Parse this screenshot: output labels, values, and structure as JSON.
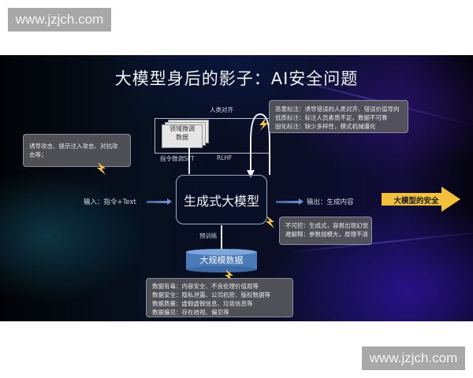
{
  "watermarks": {
    "top": "www.jzjch.com",
    "bottom": "www.jzjch.com"
  },
  "slide": {
    "title": "大模型身后的影子：AI安全问题",
    "alignment": {
      "label": "人类对齐",
      "domain_data_label": "领域微调\n数据",
      "domain_data_lines": [
        "领域微调",
        "数据"
      ],
      "sft_label": "指令微调SFT",
      "rlhf_label": "RLHF"
    },
    "callouts": {
      "alignment_risks": [
        "恶意标注：诱导错误的人类对齐、错误价值导向",
        "低质标注：标注人员素质不足，数据不可靠",
        "固化标注：缺少多样性，模式机械僵化"
      ],
      "input_attacks": [
        "诱导攻击、提示注入攻击、对抗攻",
        "击等；"
      ],
      "output_risks": [
        "不可控：生成式，容易出现幻觉",
        "难解释：参数规模大，原理不清"
      ],
      "data_risks": [
        "数据有毒：内容安全、不良伦理价值观等",
        "数据安全：隐私泄露、公司机密、版权数据等",
        "数据质量：虚假虚假信息、垃圾信息等",
        "数据偏见：存在歧视、偏见等"
      ]
    },
    "model_label": "生成式大模型",
    "input_label": "输入：指令+Text",
    "output_label": "输出：生成内容",
    "pretrain_label": "预训练",
    "data_label": "大规模数据",
    "safety_label": "大模型的安全",
    "colors": {
      "background_dark": "#06101e",
      "accent_purple": "#2d14a0",
      "safety_yellow": "#f2c03a",
      "bolt_yellow": "#f5c542",
      "callout_bg": "#5a5a5f",
      "data_blue": "#4a7ab8"
    }
  }
}
